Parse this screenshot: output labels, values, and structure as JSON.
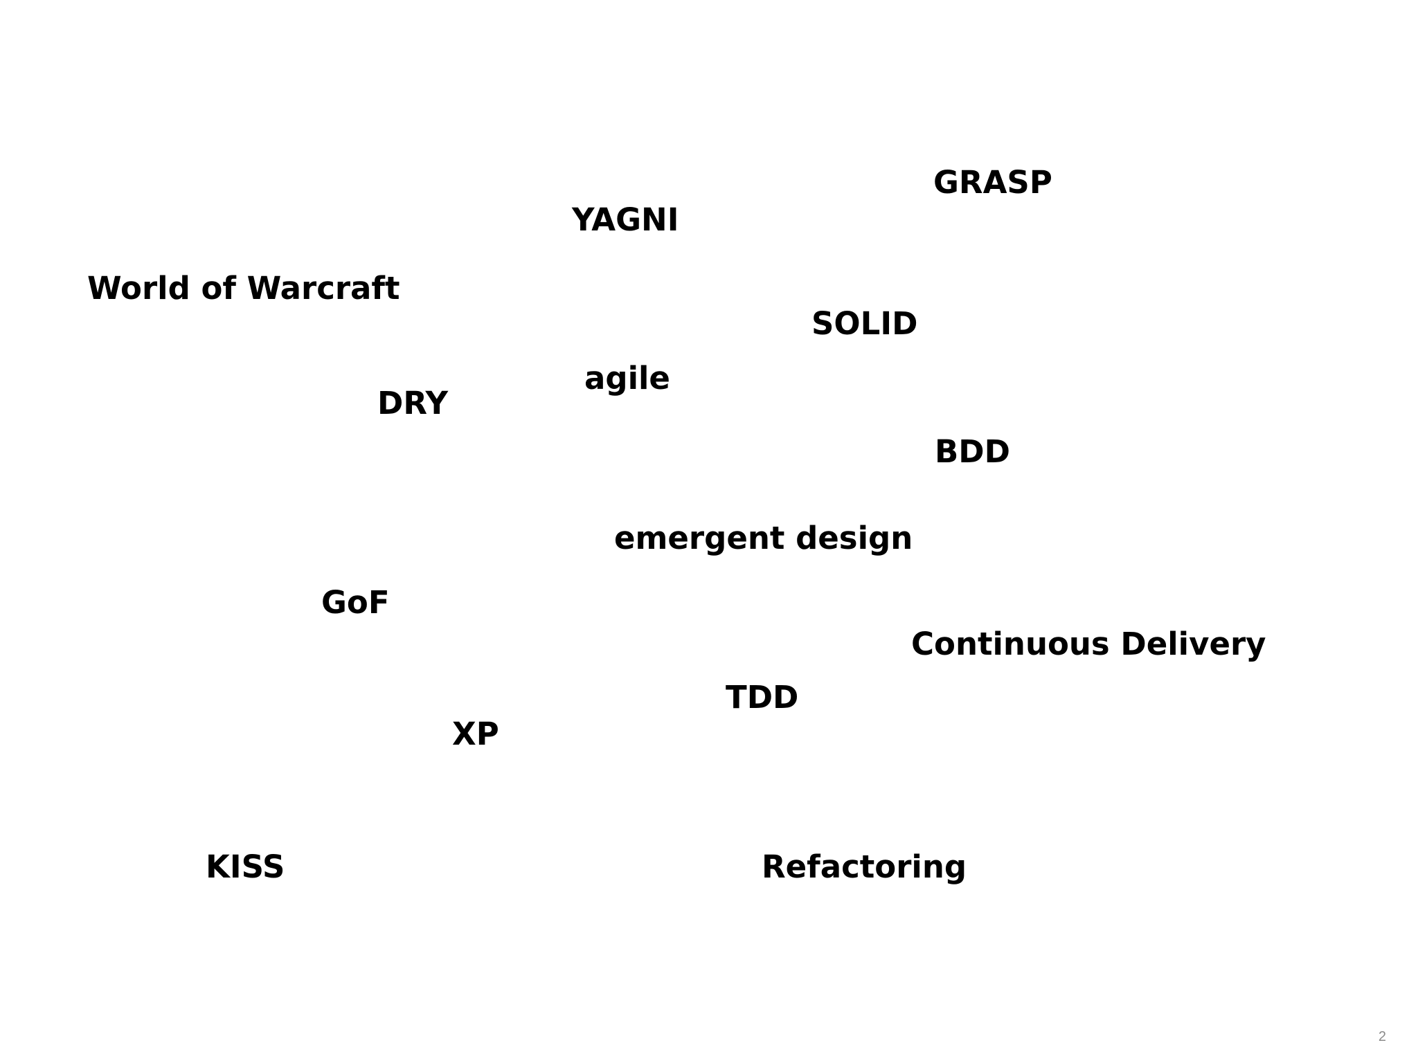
{
  "slide": {
    "terms": {
      "grasp": "GRASP",
      "yagni": "YAGNI",
      "world_of_warcraft": "World of Warcraft",
      "solid": "SOLID",
      "agile": "agile",
      "dry": "DRY",
      "bdd": "BDD",
      "emergent_design": "emergent design",
      "gof": "GoF",
      "continuous_delivery": "Continuous Delivery",
      "tdd": "TDD",
      "xp": "XP",
      "kiss": "KISS",
      "refactoring": "Refactoring"
    },
    "page_number": "2",
    "colors": {
      "background": "#ffffff",
      "text": "#000000",
      "page_number": "#8a8a8a"
    }
  }
}
